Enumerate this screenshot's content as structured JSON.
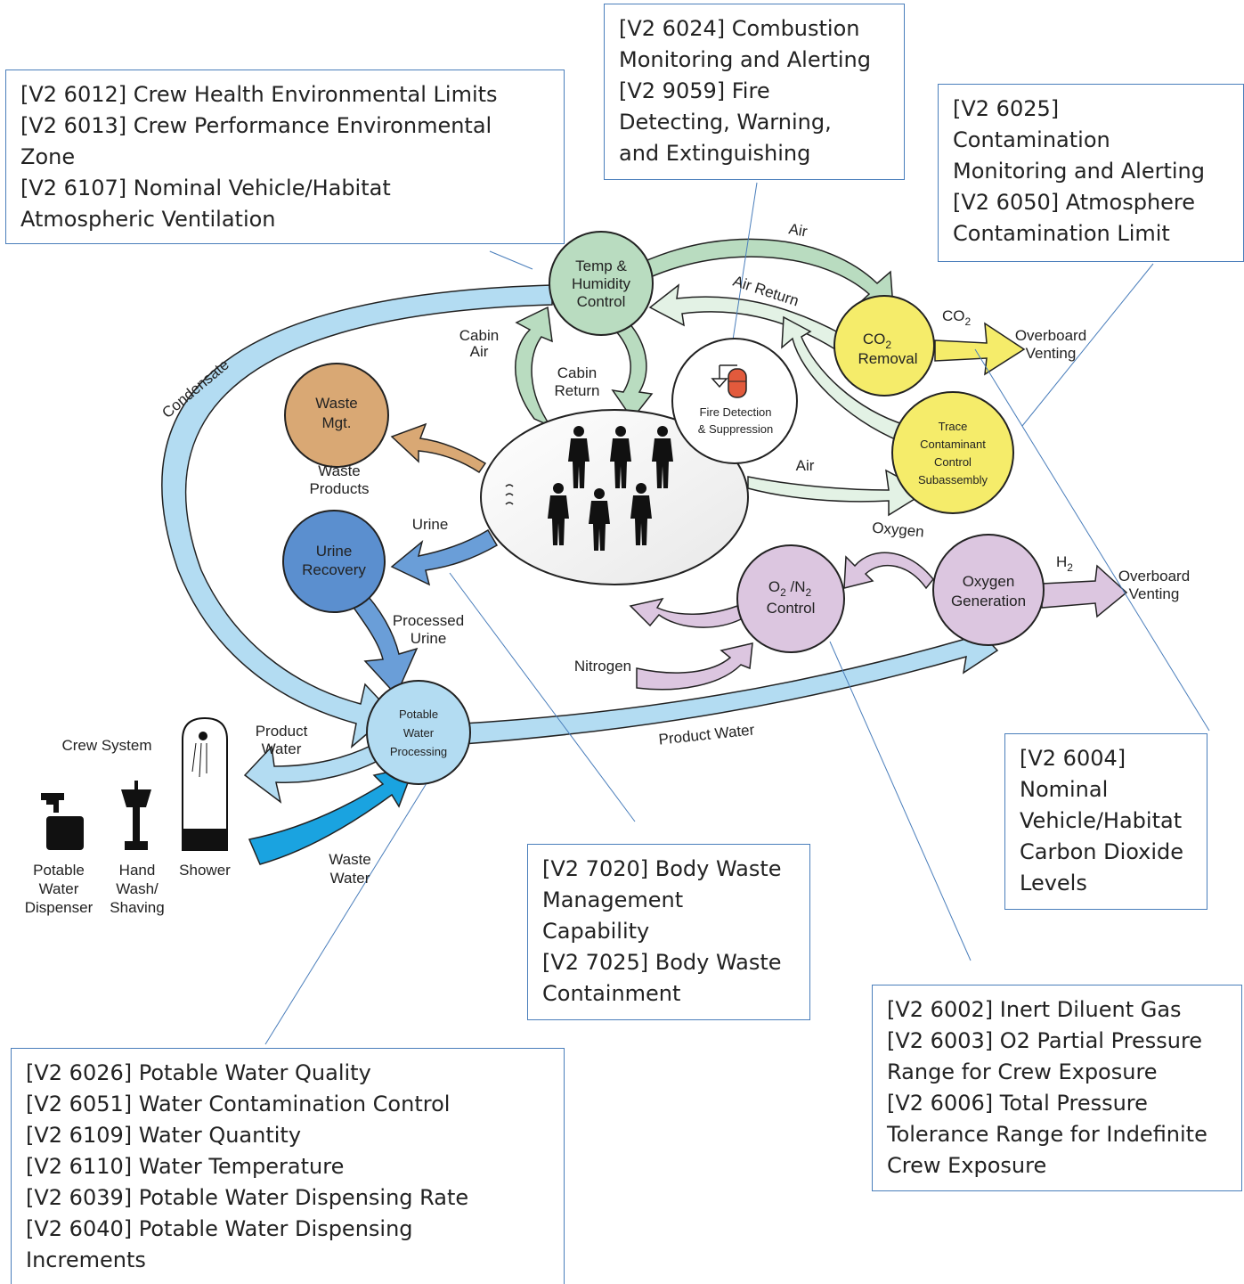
{
  "callouts": {
    "crew_health": [
      "[V2 6012] Crew Health Environmental Limits",
      "[V2 6013] Crew Performance Environmental",
      "Zone",
      "[V2 6107] Nominal Vehicle/Habitat",
      "Atmospheric Ventilation"
    ],
    "combustion": [
      "[V2 6024] Combustion",
      "Monitoring and Alerting",
      "[V2 9059] Fire",
      "Detecting, Warning,",
      "and Extinguishing"
    ],
    "contamination": [
      "[V2 6025]",
      "Contamination",
      "Monitoring and Alerting",
      "[V2 6050] Atmosphere",
      "Contamination Limit"
    ],
    "co2_levels": [
      "[V2 6004]",
      "Nominal",
      "Vehicle/Habitat",
      "Carbon Dioxide",
      "Levels"
    ],
    "body_waste": [
      "[V2 7020] Body Waste",
      "Management",
      "Capability",
      "[V2 7025] Body Waste",
      "Containment"
    ],
    "inert_gas": [
      "[V2 6002] Inert Diluent Gas",
      "[V2 6003] O2 Partial Pressure",
      "Range for Crew Exposure",
      "[V2 6006] Total Pressure",
      "Tolerance Range for Indefinite",
      "Crew Exposure"
    ],
    "water": [
      "[V2 6026] Potable Water Quality",
      "[V2 6051] Water Contamination Control",
      "[V2 6109] Water Quantity",
      "[V2 6110] Water Temperature",
      "[V2 6039] Potable Water Dispensing Rate",
      "[V2 6040] Potable Water Dispensing",
      "Increments"
    ]
  },
  "nodes": {
    "temp_humidity": [
      "Temp &",
      "Humidity",
      "Control"
    ],
    "co2_removal": [
      "CO",
      "Removal"
    ],
    "trace_contaminant": [
      "Trace",
      "Contaminant",
      "Control",
      "Subassembly"
    ],
    "fire_detection": [
      "Fire Detection",
      "& Suppression"
    ],
    "waste_mgt": [
      "Waste",
      "Mgt."
    ],
    "urine_recovery": [
      "Urine",
      "Recovery"
    ],
    "potable_water": [
      "Potable",
      "Water",
      "Processing"
    ],
    "o2_n2": [
      "O",
      " /N",
      "Control"
    ],
    "oxygen_generation": [
      "Oxygen",
      "Generation"
    ],
    "subscript_2": "2"
  },
  "flows": {
    "air_top": "Air",
    "air_return": "Air Return",
    "co2": "CO",
    "overboard_1": [
      "Overboard",
      "Venting"
    ],
    "overboard_2": [
      "Overboard",
      "Venting"
    ],
    "condensate": "Condensate",
    "cabin_air": [
      "Cabin",
      "Air"
    ],
    "cabin_return": [
      "Cabin",
      "Return"
    ],
    "air_mid": "Air",
    "oxygen": "Oxygen",
    "h2": "H",
    "waste_products": [
      "Waste",
      "Products"
    ],
    "urine": "Urine",
    "processed_urine": [
      "Processed",
      "Urine"
    ],
    "nitrogen": "Nitrogen",
    "product_water_right": "Product Water",
    "product_water_left": [
      "Product",
      "Water"
    ],
    "waste_water": [
      "Waste",
      "Water"
    ]
  },
  "crew_system": {
    "title": "Crew System",
    "dispenser": [
      "Potable",
      "Water",
      "Dispenser"
    ],
    "hand_wash": [
      "Hand",
      "Wash/",
      "Shaving"
    ],
    "shower": "Shower"
  },
  "colors": {
    "callout_border": "#4a7ebb",
    "green": "#b9dcc0",
    "yellow": "#f5ec6a",
    "orange": "#d9a874",
    "blue_node": "#5b8fcf",
    "light_blue": "#b3dcf2",
    "purple": "#dcc6e0"
  }
}
